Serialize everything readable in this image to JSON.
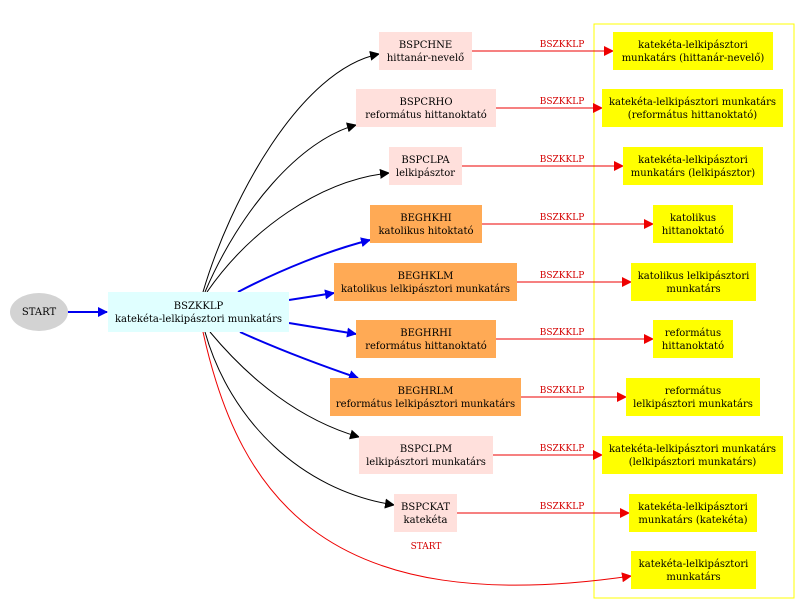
{
  "start": {
    "label": "START"
  },
  "root": {
    "line1": "BSZKKLP",
    "line2": "katekéta-lelkipásztori munkatárs"
  },
  "middle": [
    {
      "line1": "BSPCHNE",
      "line2": "hittanár-nevelő"
    },
    {
      "line1": "BSPCRHO",
      "line2": "református hittanoktató"
    },
    {
      "line1": "BSPCLPA",
      "line2": "lelkipásztor"
    },
    {
      "line1": "BEGHKHI",
      "line2": "katolikus hitoktató"
    },
    {
      "line1": "BEGHKLM",
      "line2": "katolikus lelkipásztori munkatárs"
    },
    {
      "line1": "BEGHRHI",
      "line2": "református hittanoktató"
    },
    {
      "line1": "BEGHRLM",
      "line2": "református lelkipásztori munkatárs"
    },
    {
      "line1": "BSPCLPM",
      "line2": "lelkipásztori munkatárs"
    },
    {
      "line1": "BSPCKAT",
      "line2": "katekéta"
    }
  ],
  "right": [
    {
      "line1": "katekéta-lelkipásztori",
      "line2": "munkatárs (hittanár-nevelő)"
    },
    {
      "line1": "katekéta-lelkipásztori munkatárs",
      "line2": "(református hittanoktató)"
    },
    {
      "line1": "katekéta-lelkipásztori",
      "line2": "munkatárs (lelkipásztor)"
    },
    {
      "line1": "katolikus",
      "line2": "hittanoktató"
    },
    {
      "line1": "katolikus lelkipásztori",
      "line2": "munkatárs"
    },
    {
      "line1": "református",
      "line2": "hittanoktató"
    },
    {
      "line1": "református",
      "line2": "lelkipásztori munkatárs"
    },
    {
      "line1": "katekéta-lelkipásztori munkatárs",
      "line2": "(lelkipásztori munkatárs)"
    },
    {
      "line1": "katekéta-lelkipásztori",
      "line2": "munkatárs (katekéta)"
    },
    {
      "line1": "katekéta-lelkipásztori",
      "line2": "munkatárs"
    }
  ],
  "edge_labels": [
    "BSZKKLP",
    "BSZKKLP",
    "BSZKKLP",
    "BSZKKLP",
    "BSZKKLP",
    "BSZKKLP",
    "BSZKKLP",
    "BSZKKLP",
    "BSZKKLP",
    "START"
  ],
  "colors": {
    "start_fill": "#d3d3d3",
    "root_fill": "#e0ffff",
    "middle_light": "#ffe0dc",
    "middle_orange": "#ffaa55",
    "right_fill": "#ffff00",
    "cluster_border": "#ffff00",
    "edge_black": "#000000",
    "edge_blue": "#0000ee",
    "edge_red": "#ee0000"
  }
}
